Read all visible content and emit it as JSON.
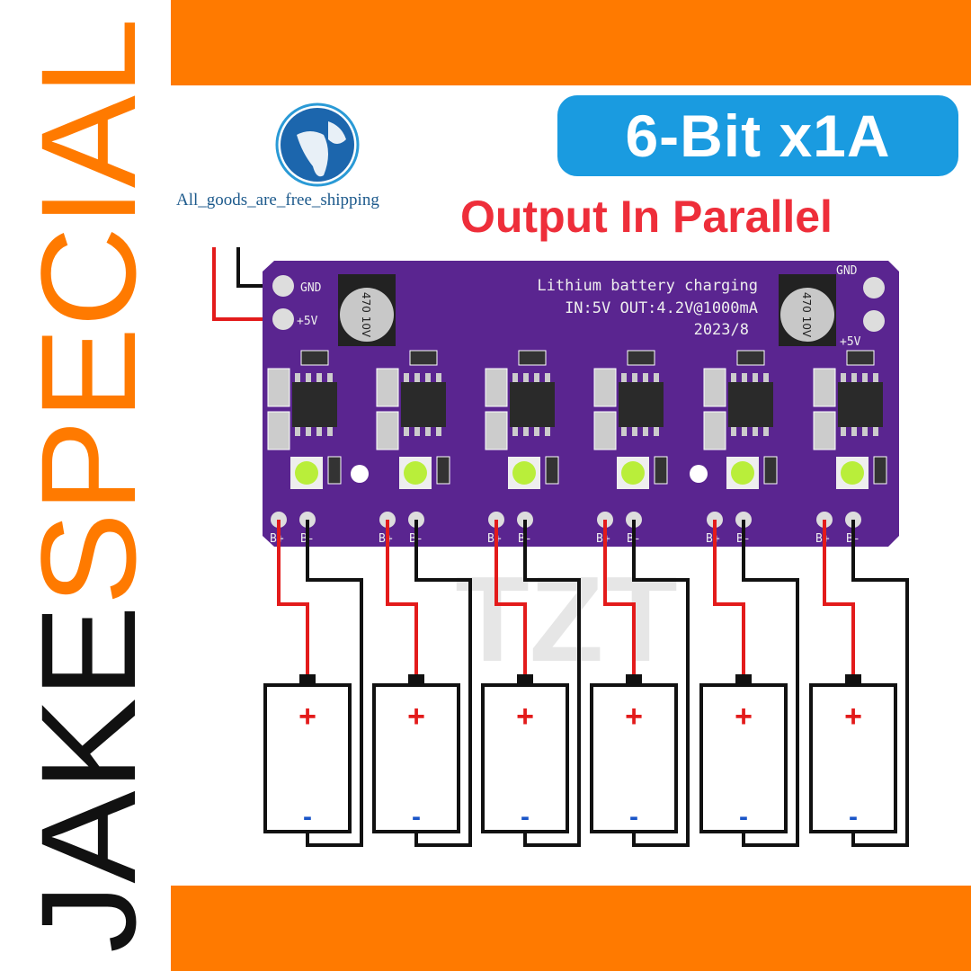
{
  "brand": {
    "part1": "JAKE",
    "part2": "SPECIAL"
  },
  "badge": {
    "label": "6-Bit x1A"
  },
  "subtitle": "Output In Parallel",
  "shipping_logo": {
    "icon": "globe-icon",
    "text": "All_goods_are_free_shipping"
  },
  "board": {
    "title": "Lithium battery charging",
    "spec": "IN:5V OUT:4.2V@1000mA",
    "date": "2023/8",
    "gnd_label": "GND",
    "vin_label": "+5V",
    "capacitor_text": "470 10V",
    "channel_pins": [
      "B+",
      "B-"
    ],
    "channels": 6
  },
  "watermark": "TZT",
  "batteries": [
    {
      "plus": "+",
      "minus": "-"
    },
    {
      "plus": "+",
      "minus": "-"
    },
    {
      "plus": "+",
      "minus": "-"
    },
    {
      "plus": "+",
      "minus": "-"
    },
    {
      "plus": "+",
      "minus": "-"
    },
    {
      "plus": "+",
      "minus": "-"
    }
  ],
  "colors": {
    "orange": "#ff7a00",
    "blue": "#1a9be0",
    "red": "#ee2e3a",
    "pcb": "#5a2590"
  }
}
